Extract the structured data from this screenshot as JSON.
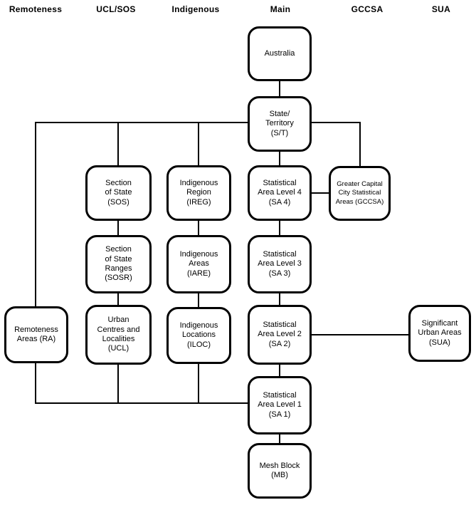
{
  "colors": {
    "background": "#ffffff",
    "line": "#000000",
    "text": "#000000"
  },
  "headers": [
    {
      "label": "Remoteness"
    },
    {
      "label": "UCL/SOS"
    },
    {
      "label": "Indigenous"
    },
    {
      "label": "Main"
    },
    {
      "label": "GCCSA"
    },
    {
      "label": "SUA"
    }
  ],
  "nodes": {
    "australia": {
      "label": "Australia"
    },
    "state_territory": {
      "label": "State/\nTerritory\n(S/T)"
    },
    "sos": {
      "label": "Section\nof State\n(SOS)"
    },
    "ireg": {
      "label": "Indigenous\nRegion\n(IREG)"
    },
    "sa4": {
      "label": "Statistical\nArea Level 4\n(SA 4)"
    },
    "gccsa": {
      "label": "Greater Capital\nCity Statistical\nAreas (GCCSA)"
    },
    "sosr": {
      "label": "Section\nof State\nRanges\n(SOSR)"
    },
    "iare": {
      "label": "Indigenous\nAreas\n(IARE)"
    },
    "sa3": {
      "label": "Statistical\nArea Level 3\n(SA 3)"
    },
    "ra": {
      "label": "Remoteness\nAreas (RA)"
    },
    "ucl": {
      "label": "Urban\nCentres and\nLocalities\n(UCL)"
    },
    "iloc": {
      "label": "Indigenous\nLocations\n(ILOC)"
    },
    "sa2": {
      "label": "Statistical\nArea Level 2\n(SA 2)"
    },
    "sua": {
      "label": "Significant\nUrban Areas\n(SUA)"
    },
    "sa1": {
      "label": "Statistical\nArea Level 1\n(SA 1)"
    },
    "mb": {
      "label": "Mesh Block\n(MB)"
    }
  },
  "edges": [
    [
      "australia",
      "state_territory"
    ],
    [
      "state_territory",
      "sa4"
    ],
    [
      "state_territory",
      "sos"
    ],
    [
      "state_territory",
      "ireg"
    ],
    [
      "state_territory",
      "gccsa"
    ],
    [
      "state_territory",
      "ra"
    ],
    [
      "sos",
      "sosr"
    ],
    [
      "ireg",
      "iare"
    ],
    [
      "sa4",
      "sa3"
    ],
    [
      "sa4",
      "gccsa"
    ],
    [
      "sosr",
      "ucl"
    ],
    [
      "iare",
      "iloc"
    ],
    [
      "sa3",
      "sa2"
    ],
    [
      "sa2",
      "sua"
    ],
    [
      "sa2",
      "sa1"
    ],
    [
      "ra",
      "sa1"
    ],
    [
      "ucl",
      "sa1"
    ],
    [
      "iloc",
      "sa1"
    ],
    [
      "sa1",
      "mb"
    ]
  ]
}
